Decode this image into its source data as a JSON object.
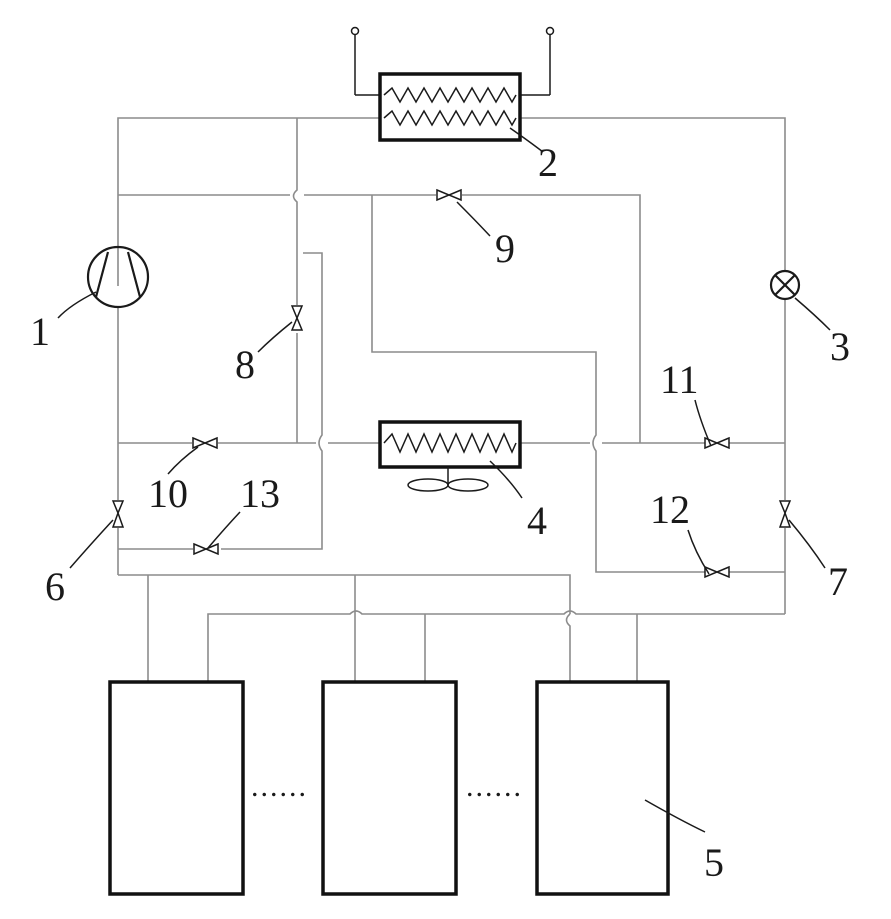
{
  "labels": {
    "compressor": "1",
    "condenser": "2",
    "expansion_valve": "3",
    "outdoor_exchanger": "4",
    "solar_panel": "5",
    "valve_6": "6",
    "valve_7": "7",
    "valve_8": "8",
    "valve_9": "9",
    "valve_10": "10",
    "valve_11": "11",
    "valve_12": "12",
    "valve_13": "13"
  },
  "ellipsis": "......",
  "colors": {
    "pipe": "#8c8c8c",
    "ink": "#1a1a1a",
    "grid": "#9a9a9a"
  }
}
